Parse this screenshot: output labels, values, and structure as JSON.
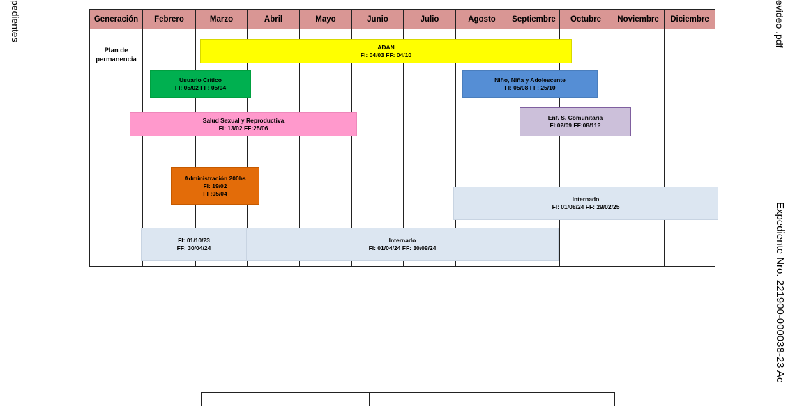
{
  "margin": {
    "left_text": "pedientes",
    "right_top_text": "evideo .pdf",
    "right_text": "Expediente Nro. 221900-000038-23 Ac"
  },
  "gantt": {
    "headers": [
      "Generación",
      "Febrero",
      "Marzo",
      "Abril",
      "Mayo",
      "Junio",
      "Julio",
      "Agosto",
      "Septiembre",
      "Octubre",
      "Noviembre",
      "Diciembre"
    ],
    "row_label": "Plan de permanencia",
    "bars": [
      {
        "title": "ADAN",
        "dates": "FI: 04/03 FF: 04/10",
        "color": "#ffff00",
        "border": "#d8d800"
      },
      {
        "title": "Usuario Crítico",
        "dates": "FI: 05/02 FF: 05/04",
        "color": "#00b050",
        "border": "#00a040"
      },
      {
        "title": "Niño, Niña y Adolescente",
        "dates": "FI: 05/08 FF: 25/10",
        "color": "#558ed5",
        "border": "#4a7ebd"
      },
      {
        "title": "Salud Sexual y Reproductiva",
        "dates": "FI: 13/02  FF:25/06",
        "color": "#ff99cc",
        "border": "#ee88bb"
      },
      {
        "title": "Enf. S. Comunitaria",
        "dates": "FI:02/09    FF:08/11?",
        "color": "#ccc0da",
        "border": "#7f5f9f"
      },
      {
        "title": "Administración 200hs",
        "dates": "FI: 19/02",
        "dates2": "FF:05/04",
        "color": "#e36c09",
        "border": "#c55a00"
      },
      {
        "title": "Internado",
        "dates": "FI: 01/08/24  FF: 29/02/25",
        "color": "#dce6f1",
        "border": "#c8d4e2"
      },
      {
        "title": "FI: 01/10/23",
        "dates": "FF: 30/04/24",
        "color": "#dce6f1",
        "border": "#c8d4e2"
      },
      {
        "title": "Internado",
        "dates": "FI: 01/04/24  FF: 30/09/24",
        "color": "#dce6f1",
        "border": "#c8d4e2"
      }
    ]
  }
}
